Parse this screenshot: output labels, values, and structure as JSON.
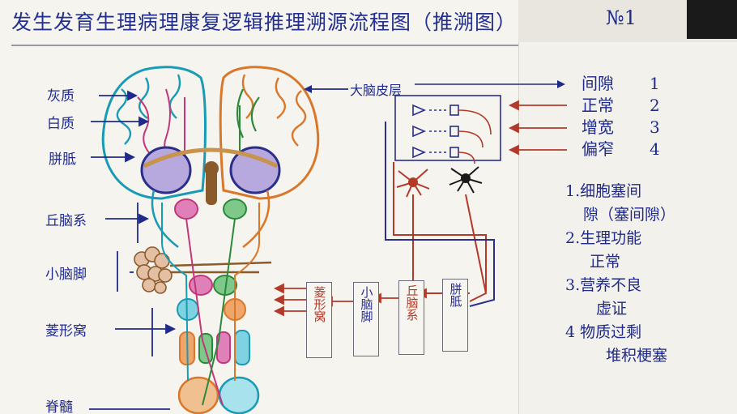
{
  "title": "发生发育生理病理康复逻辑推理溯源流程图（推溯图）",
  "number_label": "№1",
  "brain_labels": {
    "gray_matter": "灰质",
    "white_matter": "白质",
    "corpus_callosum": "胼胝",
    "diencephalon": "丘脑系",
    "cerebellar_peduncle": "小脑脚",
    "pons": "菱形窝",
    "spinal_cord": "脊髓"
  },
  "cortex_label": "大脑皮层",
  "stages": [
    {
      "name": "间隙",
      "num": "1"
    },
    {
      "name": "正常",
      "num": "2"
    },
    {
      "name": "增宽",
      "num": "3"
    },
    {
      "name": "偏窄",
      "num": "4"
    }
  ],
  "chain_boxes": [
    {
      "label": "胼胝",
      "color": "#2a2f8a"
    },
    {
      "label": "丘脑系",
      "color": "#b23a2a"
    },
    {
      "label": "小脑脚",
      "color": "#2a2f8a"
    },
    {
      "label": "菱形窝",
      "color": "#b23a2a"
    }
  ],
  "notes": [
    {
      "line1": "1.细胞塞间",
      "line2": "隙（塞间隙）"
    },
    {
      "line1": "2.生理功能",
      "line2": "正常"
    },
    {
      "line1": "3.营养不良",
      "line2": "虚证"
    },
    {
      "line1": "4 物质过剩",
      "line2": "堆积梗塞"
    }
  ],
  "colors": {
    "ink_blue": "#1f2a8a",
    "teal": "#1a9bb5",
    "orange": "#d9782a",
    "magenta": "#c2377a",
    "green": "#2a8a3a",
    "brown": "#8a5a2a"
  }
}
